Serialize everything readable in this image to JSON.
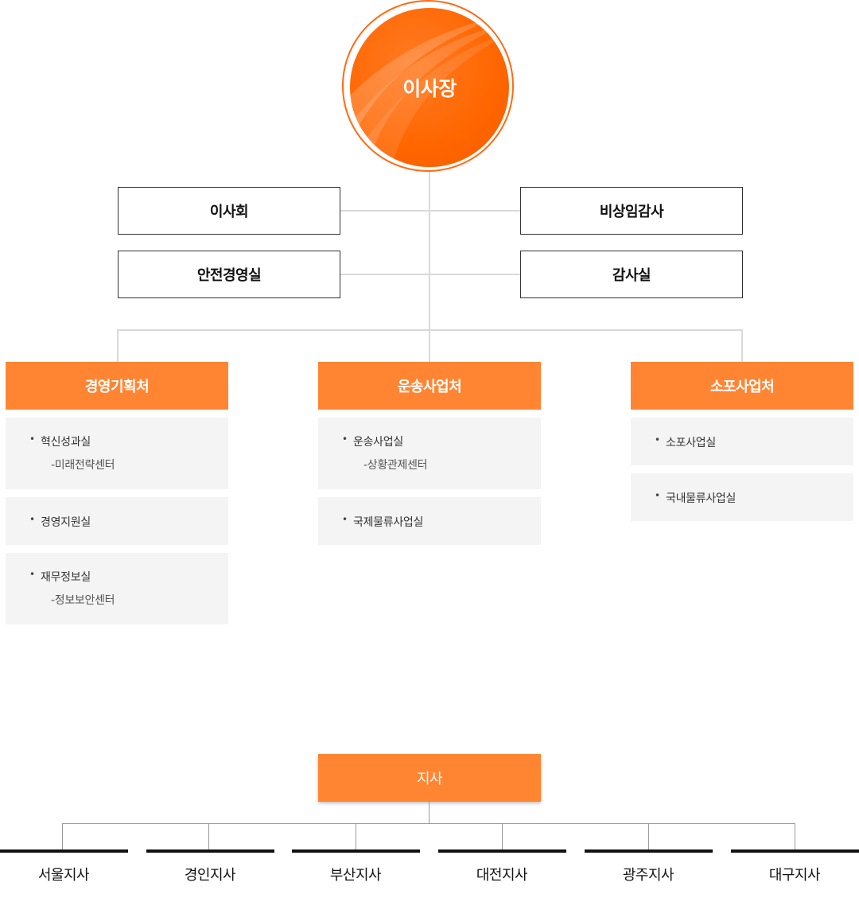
{
  "chairman": "이사장",
  "staff": {
    "board": "이사회",
    "auditor": "비상임감사",
    "safety": "안전경영실",
    "audit_office": "감사실"
  },
  "departments": [
    {
      "name": "경영기획처",
      "units": [
        {
          "name": "혁신성과실",
          "sub": "-미래전략센터"
        },
        {
          "name": "경영지원실"
        },
        {
          "name": "재무정보실",
          "sub": "-정보보안센터"
        }
      ]
    },
    {
      "name": "운송사업처",
      "units": [
        {
          "name": "운송사업실",
          "sub": "-상황관제센터"
        },
        {
          "name": "국제물류사업실"
        }
      ]
    },
    {
      "name": "소포사업처",
      "units": [
        {
          "name": "소포사업실"
        },
        {
          "name": "국내물류사업실"
        }
      ]
    }
  ],
  "branch_head": "지사",
  "branches": [
    "서울지사",
    "경인지사",
    "부산지사",
    "대전지사",
    "광주지사",
    "대구지사"
  ],
  "colors": {
    "accent": "#ff6600",
    "dept_header": "#ff8533",
    "card_bg": "#f4f4f4",
    "connector": "#d9d9d9"
  }
}
